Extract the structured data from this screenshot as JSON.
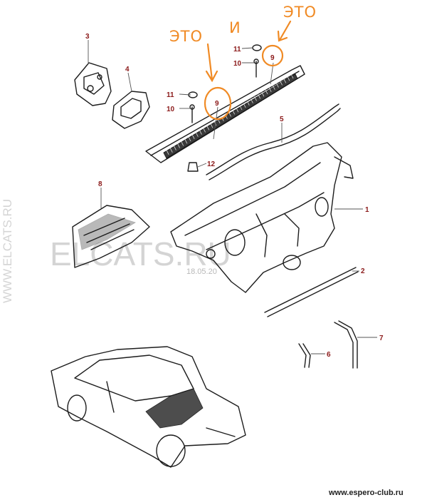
{
  "annotations": {
    "label_left": "ЭТО",
    "label_middle": "И",
    "label_right": "ЭТО",
    "accent_color": "#f08a24"
  },
  "callouts": [
    "1",
    "2",
    "3",
    "4",
    "5",
    "6",
    "7",
    "8",
    "9",
    "9",
    "10",
    "10",
    "11",
    "11",
    "12"
  ],
  "watermark": {
    "side": "WWW.ELCATS.RU",
    "center": "ELCATS.RU",
    "date": "18.05.20"
  },
  "footer": "www.espero-club.ru",
  "colors": {
    "callout": "#8b1a1a",
    "line": "#1c1c1c"
  }
}
